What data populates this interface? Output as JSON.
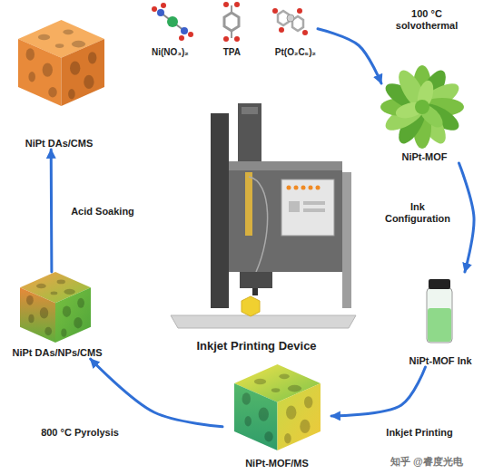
{
  "diagram": {
    "nodes": [
      {
        "text": [
          "Ni(NO₃)₂",
          "TPA",
          "Pt(O₂C₅)₂"
        ]
      },
      {
        "text": [
          "NiPt-MOF"
        ]
      },
      {
        "text": [
          "NiPt-MOF Ink"
        ]
      },
      {
        "text": [
          "NiPt-MOF/MS"
        ]
      },
      {
        "text": [
          "NiPt DAs/NPs/CMS"
        ]
      },
      {
        "text": [
          "NiPt DAs/CMS"
        ]
      },
      {
        "text": [
          "Inkjet Printing Device"
        ]
      }
    ],
    "edges": [
      {
        "from": 0,
        "to": 1,
        "arrow": "to",
        "label": "100 °C solvothermal"
      },
      {
        "from": 1,
        "to": 2,
        "arrow": "to",
        "label": "Ink Configuration"
      },
      {
        "from": 2,
        "to": 3,
        "arrow": "to",
        "label": "Inkjet Printing"
      },
      {
        "from": 3,
        "to": 4,
        "arrow": "to",
        "label": "800 °C Pyrolysis"
      },
      {
        "from": 4,
        "to": 5,
        "arrow": "to",
        "label": "Acid Soaking"
      }
    ],
    "labels": [
      "知乎 @睿度光电"
    ]
  }
}
